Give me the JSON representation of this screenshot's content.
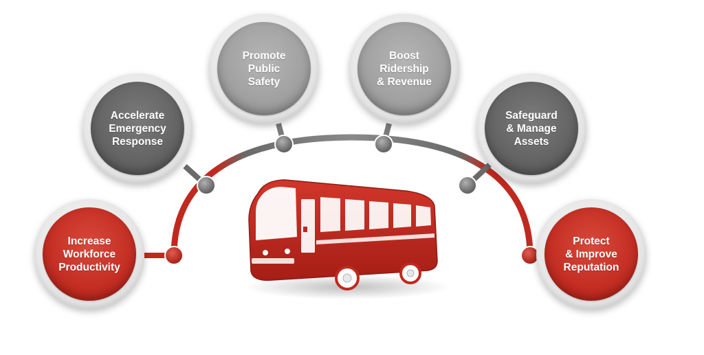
{
  "nodes": [
    {
      "id": "increase-workforce-productivity",
      "label": "Increase\nWorkforce\nProductivity",
      "tone": "red"
    },
    {
      "id": "accelerate-emergency-response",
      "label": "Accelerate\nEmergency\nResponse",
      "tone": "dark"
    },
    {
      "id": "promote-public-safety",
      "label": "Promote\nPublic\nSafety",
      "tone": "light"
    },
    {
      "id": "boost-ridership-revenue",
      "label": "Boost\nRidership\n& Revenue",
      "tone": "light"
    },
    {
      "id": "safeguard-manage-assets",
      "label": "Safeguard\n& Manage\nAssets",
      "tone": "dark"
    },
    {
      "id": "protect-improve-reputation",
      "label": "Protect\n& Improve\nReputation",
      "tone": "red"
    }
  ],
  "colors": {
    "red": "#c0291f",
    "dark_gray": "#5f5f5f",
    "light_gray": "#9c9c9c",
    "arc_gray": "#6e6e6e"
  },
  "center_icon": "red-bus-icon"
}
